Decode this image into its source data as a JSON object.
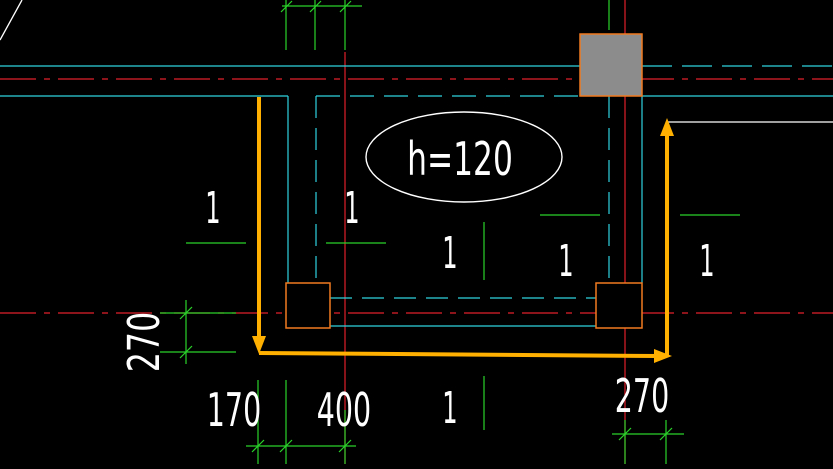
{
  "drawing": {
    "slab_label": "h=120",
    "dim_270_left": "270",
    "dim_170": "170",
    "dim_400": "400",
    "dim_270_right": "270",
    "mark_1": "1",
    "colors": {
      "background": "#000000",
      "axis": "#e0202a",
      "wall": "#2fd3e0",
      "dimension": "#2ad42a",
      "column_fill": "#8c8c8c",
      "column_edge": "#f07a20",
      "annotation": "#ffffff",
      "arrow": "#ffb000"
    }
  }
}
